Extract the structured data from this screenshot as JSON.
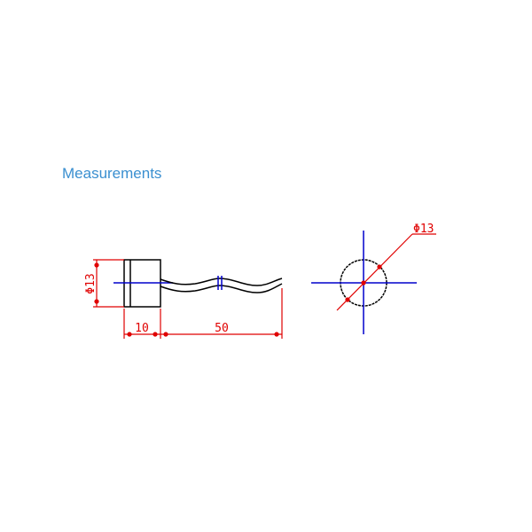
{
  "title": "Measurements",
  "dimensions": {
    "side_diameter": "Φ13",
    "head_length": "10",
    "cable_length": "50",
    "front_diameter": "Φ13"
  },
  "colors": {
    "dimension": "#e00000",
    "centerline": "#0000cc",
    "outline": "#000000",
    "title": "#3a8fd0"
  }
}
